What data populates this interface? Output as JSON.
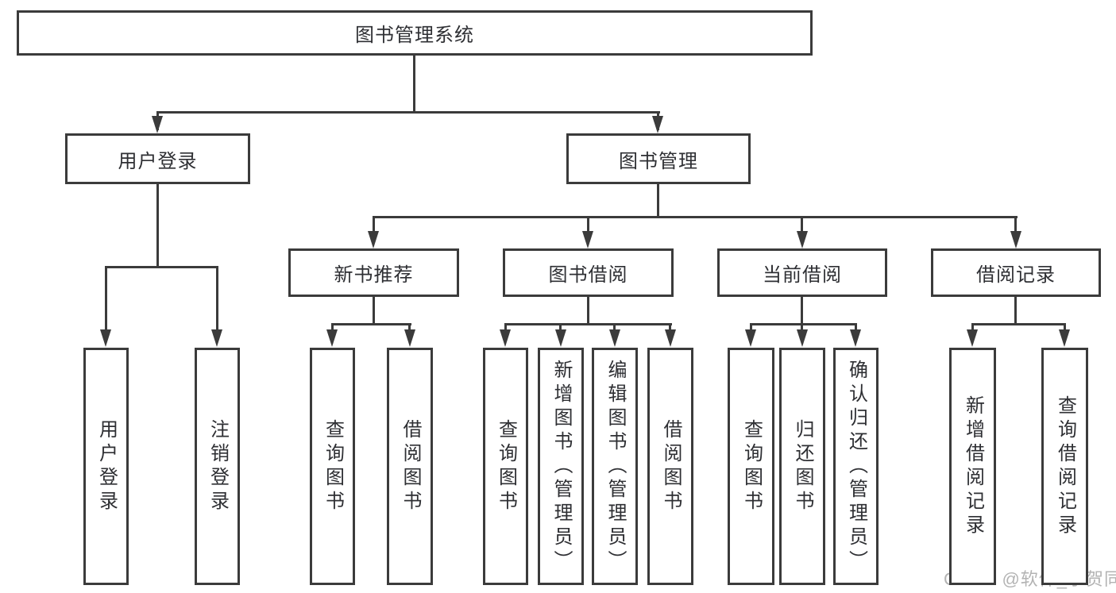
{
  "diagram": {
    "title": "图书管理系统",
    "watermark": "CSDN @软件_小贺同学",
    "nodes": [
      {
        "id": "root",
        "label": "图书管理系统"
      },
      {
        "id": "user-login",
        "label": "用户登录"
      },
      {
        "id": "book-management",
        "label": "图书管理"
      },
      {
        "id": "new-book-recommend",
        "label": "新书推荐"
      },
      {
        "id": "book-borrow",
        "label": "图书借阅"
      },
      {
        "id": "current-borrow",
        "label": "当前借阅"
      },
      {
        "id": "borrow-records",
        "label": "借阅记录"
      },
      {
        "id": "v-user-login",
        "label": "用户登录"
      },
      {
        "id": "v-logout",
        "label": "注销登录"
      },
      {
        "id": "v-query-book-1",
        "label": "查询图书"
      },
      {
        "id": "v-borrow-book-1",
        "label": "借阅图书"
      },
      {
        "id": "v-query-book-2",
        "label": "查询图书"
      },
      {
        "id": "v-add-book-admin",
        "label": "新增图书（管理员）"
      },
      {
        "id": "v-edit-book-admin",
        "label": "编辑图书（管理员）"
      },
      {
        "id": "v-borrow-book-2",
        "label": "借阅图书"
      },
      {
        "id": "v-query-book-3",
        "label": "查询图书"
      },
      {
        "id": "v-return-book",
        "label": "归还图书"
      },
      {
        "id": "v-confirm-return-admin",
        "label": "确认归还（管理员）"
      },
      {
        "id": "v-add-borrow-record",
        "label": "新增借阅记录"
      },
      {
        "id": "v-query-borrow-record",
        "label": "查询借阅记录"
      }
    ]
  }
}
